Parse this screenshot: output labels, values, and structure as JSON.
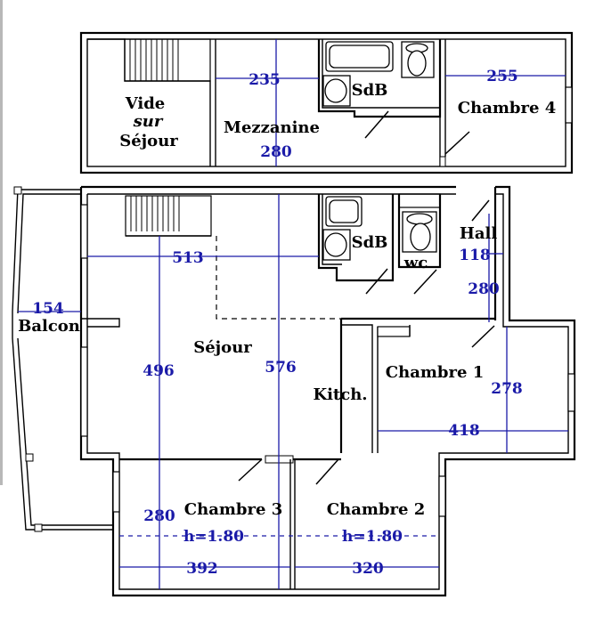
{
  "upper_floor": {
    "vide_sur_sejour": [
      "Vide",
      "sur",
      "Séjour"
    ],
    "mezzanine": "Mezzanine",
    "sdb": "SdB",
    "chambre4": "Chambre 4",
    "dims": {
      "d235": "235",
      "d280": "280",
      "d255": "255"
    }
  },
  "lower_floor": {
    "balcon": "Balcon",
    "sejour": "Séjour",
    "sdb": "SdB",
    "wc": "wc",
    "hall": "Hall",
    "kitchen": "Kitch.",
    "chambre1": "Chambre 1",
    "chambre2": "Chambre 2",
    "chambre3": "Chambre 3",
    "dims": {
      "d154": "154",
      "d513": "513",
      "d496": "496",
      "d576": "576",
      "d118": "118",
      "d280_hall": "280",
      "d278": "278",
      "d418": "418",
      "d280_ch3": "280",
      "d392": "392",
      "d320": "320",
      "h_ch3": "h=1.80",
      "h_ch2": "h=1.80"
    }
  }
}
